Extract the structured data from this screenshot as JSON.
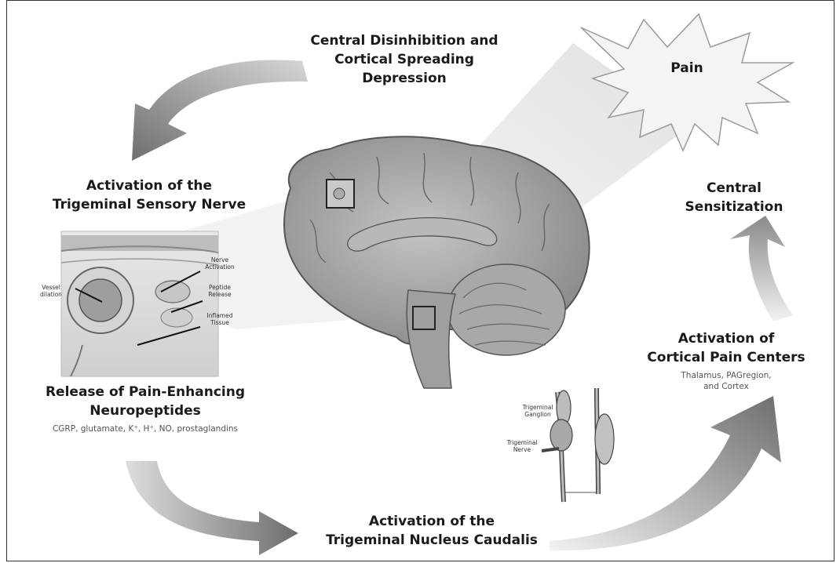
{
  "stages": {
    "disinhibition": {
      "title_line1": "Central Disinhibition and",
      "title_line2": "Cortical Spreading",
      "title_line3": "Depression"
    },
    "pain": {
      "title": "Pain"
    },
    "trigeminal_nerve": {
      "title_line1": "Activation of the",
      "title_line2": "Trigeminal Sensory Nerve"
    },
    "neuropeptides": {
      "title_line1": "Release of Pain-Enhancing",
      "title_line2": "Neuropeptides",
      "detail": "CGRP, glutamate, K⁺, H⁺, NO, prostaglandins"
    },
    "nucleus_caudalis": {
      "title_line1": "Activation of the",
      "title_line2": "Trigeminal Nucleus Caudalis"
    },
    "cortical_centers": {
      "title_line1": "Activation of",
      "title_line2": "Cortical Pain Centers",
      "detail_line1": "Thalamus, PAGregion,",
      "detail_line2": "and Cortex"
    },
    "central_sensitization": {
      "title_line1": "Central",
      "title_line2": "Sensitization"
    }
  },
  "vessel_inset": {
    "vessel_dilation": [
      "Vessel",
      "dilation"
    ],
    "nerve_activation": [
      "Nerve",
      "Activation"
    ],
    "peptide_release": [
      "Peptide",
      "Release"
    ],
    "inflamed_tissue": [
      "Inflamed",
      "Tissue"
    ]
  },
  "ganglion_inset": {
    "trigeminal_ganglion": [
      "Trigeminal",
      "Ganglion"
    ],
    "trigeminal_nerve": [
      "Trigeminal",
      "Nerve"
    ]
  },
  "colors": {
    "arrow_gray": "#7a7a7a",
    "brain_gray": "#9a9a9a",
    "beam_gray": "#e3e3e3",
    "text": "#1a1a1a"
  }
}
